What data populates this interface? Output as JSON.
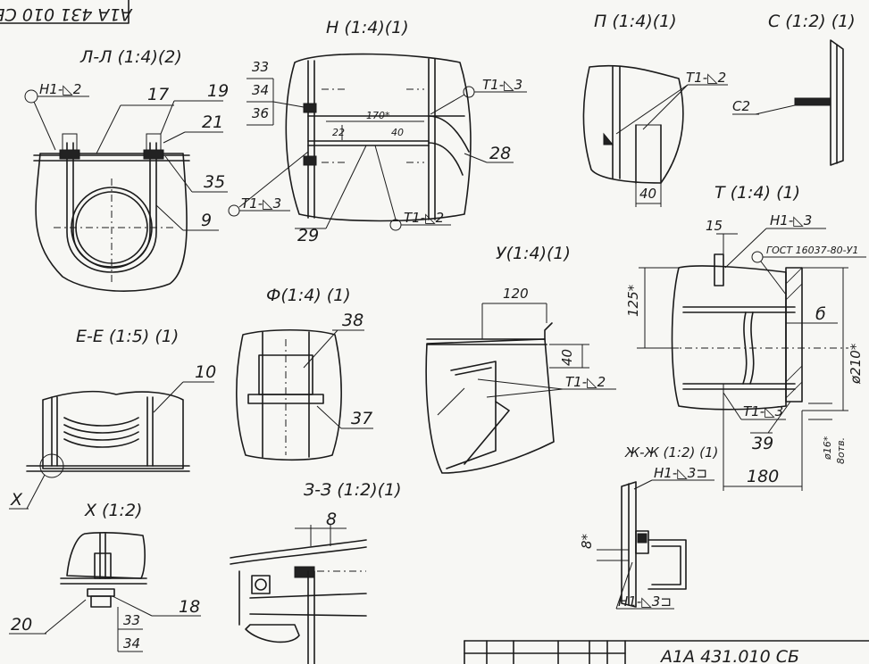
{
  "stamp_top": "А1А 431 010 СБ",
  "title_block_code": "А1А 431.010 СБ",
  "views": {
    "ll": {
      "title": "Л-Л (1:4)(2)",
      "weld": "Н1-◺2",
      "parts": [
        "17",
        "19",
        "21",
        "35",
        "9"
      ]
    },
    "n": {
      "title": "Н (1:4)(1)",
      "parts_stack": [
        "33",
        "34",
        "36"
      ],
      "weld_top": "Т1-◺3",
      "weld_left": "Т1-◺3",
      "weld_bottom": "Т1-◺2",
      "dim_len": "170*",
      "dim_22": "22",
      "dim_40": "40",
      "parts": [
        "28",
        "29"
      ]
    },
    "p": {
      "title": "П (1:4)(1)",
      "weld": "Т1-◺2",
      "dim": "40"
    },
    "c": {
      "title": "С (1:2) (1)",
      "weld": "С2"
    },
    "t": {
      "title": "Т (1:4) (1)",
      "weld_top": "Н1-◺3",
      "dim_15": "15",
      "gost": "ГОСТ 16037-80-У1",
      "dim_125": "125*",
      "dim_b": "б",
      "dim_210": "ø210*",
      "weld_bottom": "Т1-◺3",
      "part": "39",
      "dim_16": "ø16*",
      "note_otv": "8отв.",
      "dim_180": "180"
    },
    "u": {
      "title": "У(1:4)(1)",
      "dim_120": "120",
      "dim_40": "40",
      "weld": "Т1-◺2"
    },
    "ee": {
      "title": "Е-Е (1:5) (1)",
      "part": "10",
      "mark": "Х"
    },
    "f": {
      "title": "Ф(1:4) (1)",
      "parts": [
        "38",
        "37"
      ]
    },
    "zh": {
      "title": "Ж-Ж (1:2) (1)",
      "weld_top": "Н1-◺3⊐",
      "weld_bottom": "Н1-◺3⊐",
      "dim_8": "8*"
    },
    "x": {
      "title": "Х (1:2)",
      "parts": [
        "20",
        "18",
        "33",
        "34"
      ]
    },
    "zz": {
      "title": "З-З (1:2)(1)",
      "dim": "8"
    }
  }
}
